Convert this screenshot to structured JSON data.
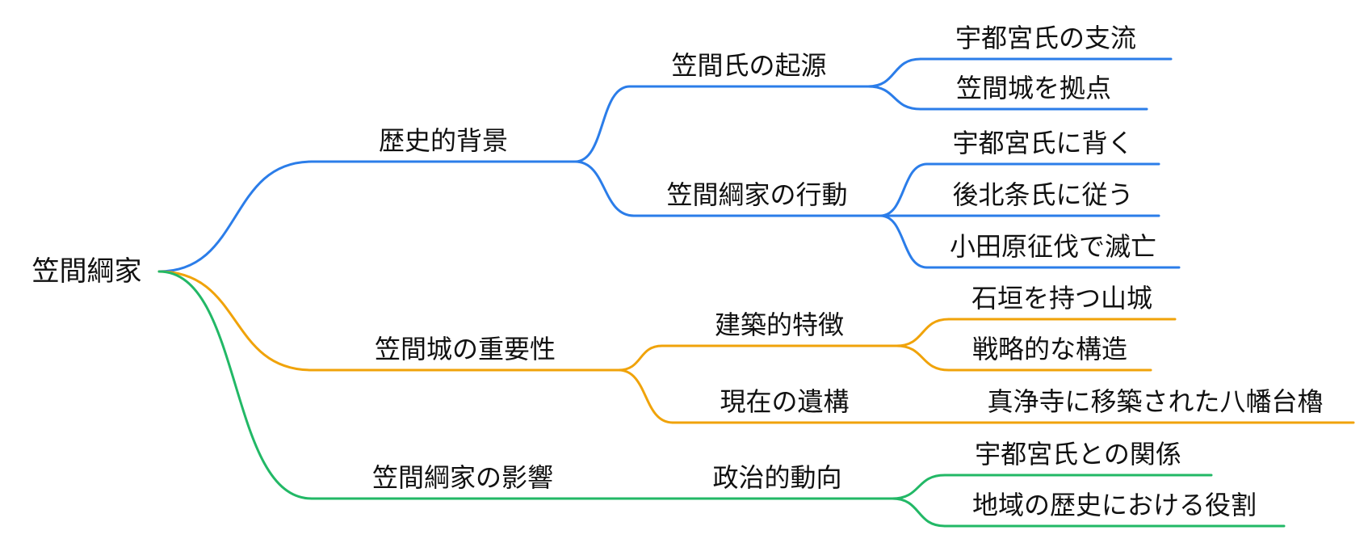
{
  "diagram_type": "mindmap",
  "colors": {
    "history": "#2B7DE9",
    "castle": "#F0A30A",
    "influence": "#22B866",
    "text": "#111111",
    "background": "#FFFFFF"
  },
  "mindmap": {
    "root": {
      "label": "笠間綱家"
    },
    "branches": [
      {
        "label": "歴史的背景",
        "color": "#2B7DE9",
        "children": [
          {
            "label": "笠間氏の起源",
            "children": [
              {
                "label": "宇都宮氏の支流"
              },
              {
                "label": "笠間城を拠点"
              }
            ]
          },
          {
            "label": "笠間綱家の行動",
            "children": [
              {
                "label": "宇都宮氏に背く"
              },
              {
                "label": "後北条氏に従う"
              },
              {
                "label": "小田原征伐で滅亡"
              }
            ]
          }
        ]
      },
      {
        "label": "笠間城の重要性",
        "color": "#F0A30A",
        "children": [
          {
            "label": "建築的特徴",
            "children": [
              {
                "label": "石垣を持つ山城"
              },
              {
                "label": "戦略的な構造"
              }
            ]
          },
          {
            "label": "現在の遺構",
            "children": [
              {
                "label": "真浄寺に移築された八幡台櫓"
              }
            ]
          }
        ]
      },
      {
        "label": "笠間綱家の影響",
        "color": "#22B866",
        "children": [
          {
            "label": "政治的動向",
            "children": [
              {
                "label": "宇都宮氏との関係"
              },
              {
                "label": "地域の歴史における役割"
              }
            ]
          }
        ]
      }
    ]
  }
}
